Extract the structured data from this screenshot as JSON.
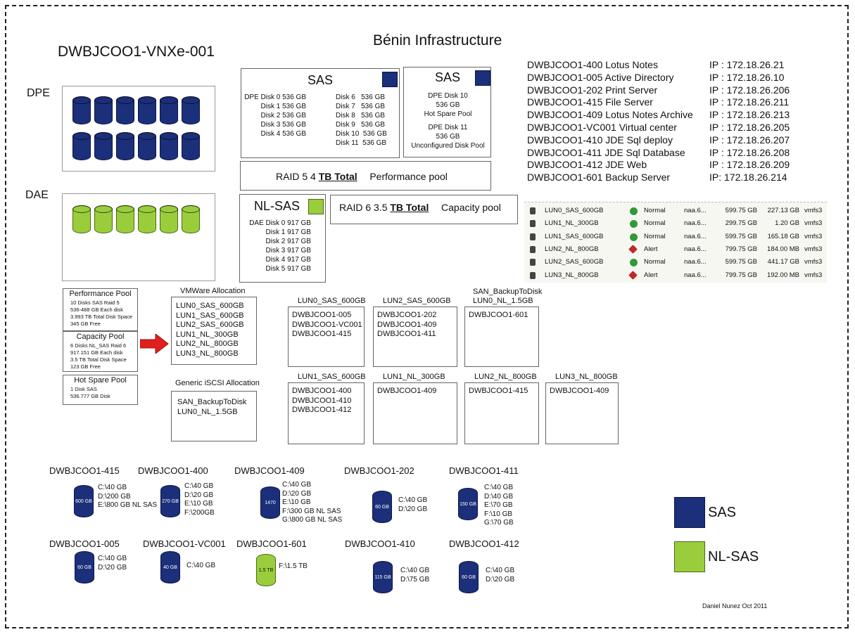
{
  "title": "Bénin Infrastructure",
  "array_name": "DWBJCOO1-VNXe-001",
  "dpe_label": "DPE",
  "dae_label": "DAE",
  "sas_box": {
    "title": "SAS",
    "left": [
      "DPE Disk 0  536 GB",
      "Disk 1  536 GB",
      "Disk 2  536 GB",
      "Disk 3  536 GB",
      "Disk 4  536 GB"
    ],
    "right": [
      "Disk 6   536 GB",
      "Disk 7   536 GB",
      "Disk 8   536 GB",
      "Disk 9   536 GB",
      "Disk 10  536 GB",
      "Disk 11  536 GB"
    ]
  },
  "sas_spare_box": {
    "title": "SAS",
    "lines": [
      "DPE Disk 10",
      "536 GB",
      "Hot Spare Pool",
      "",
      "DPE Disk 11",
      "536 GB",
      "Unconfigured Disk Pool"
    ]
  },
  "raid5": {
    "prefix": "RAID 5 4",
    "total": "TB Total",
    "pool": "Performance pool"
  },
  "nlsas_box": {
    "title": "NL-SAS",
    "lines": [
      "DAE Disk 0  917 GB",
      "Disk 1  917 GB",
      "Disk 2  917 GB",
      "Disk 3  917 GB",
      "Disk 4  917 GB",
      "Disk 5  917 GB"
    ]
  },
  "raid6": {
    "prefix": "RAID 6 3.5",
    "total": "TB Total",
    "pool": "Capacity pool"
  },
  "servers_ip": [
    {
      "name": "DWBJCOO1-400 Lotus Notes",
      "ip": "IP : 172.18.26.21"
    },
    {
      "name": "DWBJCOO1-005 Active Directory",
      "ip": "IP : 172.18.26.10"
    },
    {
      "name": "DWBJCOO1-202 Print Server",
      "ip": "IP : 172.18.26.206"
    },
    {
      "name": "DWBJCOO1-415 File Server",
      "ip": "IP : 172.18.26.211"
    },
    {
      "name": "DWBJCOO1-409 Lotus Notes Archive",
      "ip": "IP : 172.18.26.213"
    },
    {
      "name": "DWBJCOO1-VC001 Virtual center",
      "ip": "IP : 172.18.26.205"
    },
    {
      "name": "DWBJCOO1-410 JDE Sql deploy",
      "ip": "IP : 172.18.26.207"
    },
    {
      "name": "DWBJCOO1-411 JDE Sql Database",
      "ip": "IP : 172.18.26.208"
    },
    {
      "name": "DWBJCOO1-412 JDE Web",
      "ip": "IP : 172.18.26.209"
    },
    {
      "name": "DWBJCOO1-601 Backup Server",
      "ip": "IP:  172.18.26.214"
    }
  ],
  "luns": [
    {
      "name": "LUN0_SAS_600GB",
      "status": "Normal",
      "id": "naa.6...",
      "cap": "599.75 GB",
      "free": "227.13 GB",
      "type": "vmfs3"
    },
    {
      "name": "LUN1_NL_300GB",
      "status": "Normal",
      "id": "naa.6...",
      "cap": "299.75 GB",
      "free": "1.20 GB",
      "type": "vmfs3"
    },
    {
      "name": "LUN1_SAS_600GB",
      "status": "Normal",
      "id": "naa.6...",
      "cap": "599.75 GB",
      "free": "165.18 GB",
      "type": "vmfs3"
    },
    {
      "name": "LUN2_NL_800GB",
      "status": "Alert",
      "id": "naa.6...",
      "cap": "799.75 GB",
      "free": "184.00 MB",
      "type": "vmfs3"
    },
    {
      "name": "LUN2_SAS_600GB",
      "status": "Normal",
      "id": "naa.6...",
      "cap": "599.75 GB",
      "free": "441.17 GB",
      "type": "vmfs3"
    },
    {
      "name": "LUN3_NL_800GB",
      "status": "Alert",
      "id": "naa.6...",
      "cap": "799.75 GB",
      "free": "192.00 MB",
      "type": "vmfs3"
    }
  ],
  "pools": {
    "perf": {
      "title": "Performance Pool",
      "lines": [
        "10 Disks SAS Raid 5",
        "536-488 GB Each disk",
        "3.993 TB Total Disk Space",
        "345 GB Free"
      ]
    },
    "cap": {
      "title": "Capacity Pool",
      "lines": [
        "6 Disks NL_SAS Raid 6",
        "917.151 GB Each disk",
        "3.5 TB Total Disk Space",
        "123 GB Free"
      ]
    },
    "spare": {
      "title": "Hot Spare Pool",
      "lines": [
        "1 Disk SAS",
        "536.777 GB Disk"
      ]
    }
  },
  "vmware": {
    "title": "VMWare Allocation",
    "lines": [
      "LUN0_SAS_600GB",
      "LUN1_SAS_600GB",
      "LUN2_SAS_600GB",
      "LUN1_NL_300GB",
      "LUN2_NL_800GB",
      "LUN3_NL_800GB"
    ]
  },
  "iscsi": {
    "title": "Generic iSCSI Allocation",
    "lines": [
      "SAN_BackupToDisk",
      "LUN0_NL_1.5GB"
    ]
  },
  "lun_alloc": [
    {
      "title": "LUN0_SAS_600GB",
      "lines": [
        "DWBJCOO1-005",
        "DWBJCOO1-VC001",
        "DWBJCOO1-415"
      ]
    },
    {
      "title": "LUN2_SAS_600GB",
      "lines": [
        "DWBJCOO1-202",
        "DWBJCOO1-409",
        "DWBJCOO1-411"
      ]
    },
    {
      "title": "SAN_BackupToDisk",
      "title2": "LUN0_NL_1.5GB",
      "lines": [
        "DWBJCOO1-601"
      ]
    },
    {
      "title": "LUN1_SAS_600GB",
      "lines": [
        "DWBJCOO1-400",
        "DWBJCOO1-410",
        "DWBJCOO1-412"
      ]
    },
    {
      "title": "LUN1_NL_300GB",
      "lines": [
        "DWBJCOO1-409"
      ]
    },
    {
      "title": "LUN2_NL_800GB",
      "lines": [
        "DWBJCOO1-415"
      ]
    },
    {
      "title": "LUN3_NL_800GB",
      "lines": [
        "DWBJCOO1-409"
      ]
    }
  ],
  "servers": [
    {
      "name": "DWBJCOO1-415",
      "cyl": "600 GB",
      "disks": [
        "C:\\40 GB",
        "D:\\200 GB",
        "E:\\800 GB NL SAS"
      ]
    },
    {
      "name": "DWBJCOO1-400",
      "cyl": "270 GB",
      "disks": [
        "C:\\40 GB",
        "D:\\20 GB",
        "E:\\10 GB",
        "F:\\200GB"
      ]
    },
    {
      "name": "DWBJCOO1-409",
      "cyl": "1470 GB",
      "disks": [
        "C:\\40 GB",
        "D:\\20 GB",
        "E:\\10 GB",
        "F:\\300 GB NL SAS",
        "G:\\800 GB NL SAS"
      ]
    },
    {
      "name": "DWBJCOO1-202",
      "cyl": "60 GB",
      "disks": [
        "C:\\40 GB",
        "D:\\20 GB"
      ]
    },
    {
      "name": "DWBJCOO1-411",
      "cyl": "150 GB",
      "disks": [
        "C:\\40 GB",
        "D:\\40 GB",
        "E:\\70 GB",
        "F:\\10 GB",
        "G:\\70 GB"
      ]
    },
    {
      "name": "DWBJCOO1-005",
      "cyl": "60 GB",
      "disks": [
        "C:\\40 GB",
        "D:\\20 GB"
      ]
    },
    {
      "name": "DWBJCOO1-VC001",
      "cyl": "40 GB",
      "disks": [
        "C:\\40 GB"
      ]
    },
    {
      "name": "DWBJCOO1-601",
      "cyl": "1.5 TB",
      "disks": [
        "F:\\1.5 TB"
      ]
    },
    {
      "name": "DWBJCOO1-410",
      "cyl": "115 GB",
      "disks": [
        "C:\\40 GB",
        "D:\\75 GB"
      ]
    },
    {
      "name": "DWBJCOO1-412",
      "cyl": "60 GB",
      "disks": [
        "C:\\40 GB",
        "D:\\20 GB"
      ]
    }
  ],
  "legend": {
    "sas": "SAS",
    "nl": "NL-SAS"
  },
  "author": "Daniel Nunez Oct 2011",
  "colors": {
    "sas": "#1c2f7a",
    "nl_sas": "#9acd3c",
    "arrow": "#e0201e"
  }
}
